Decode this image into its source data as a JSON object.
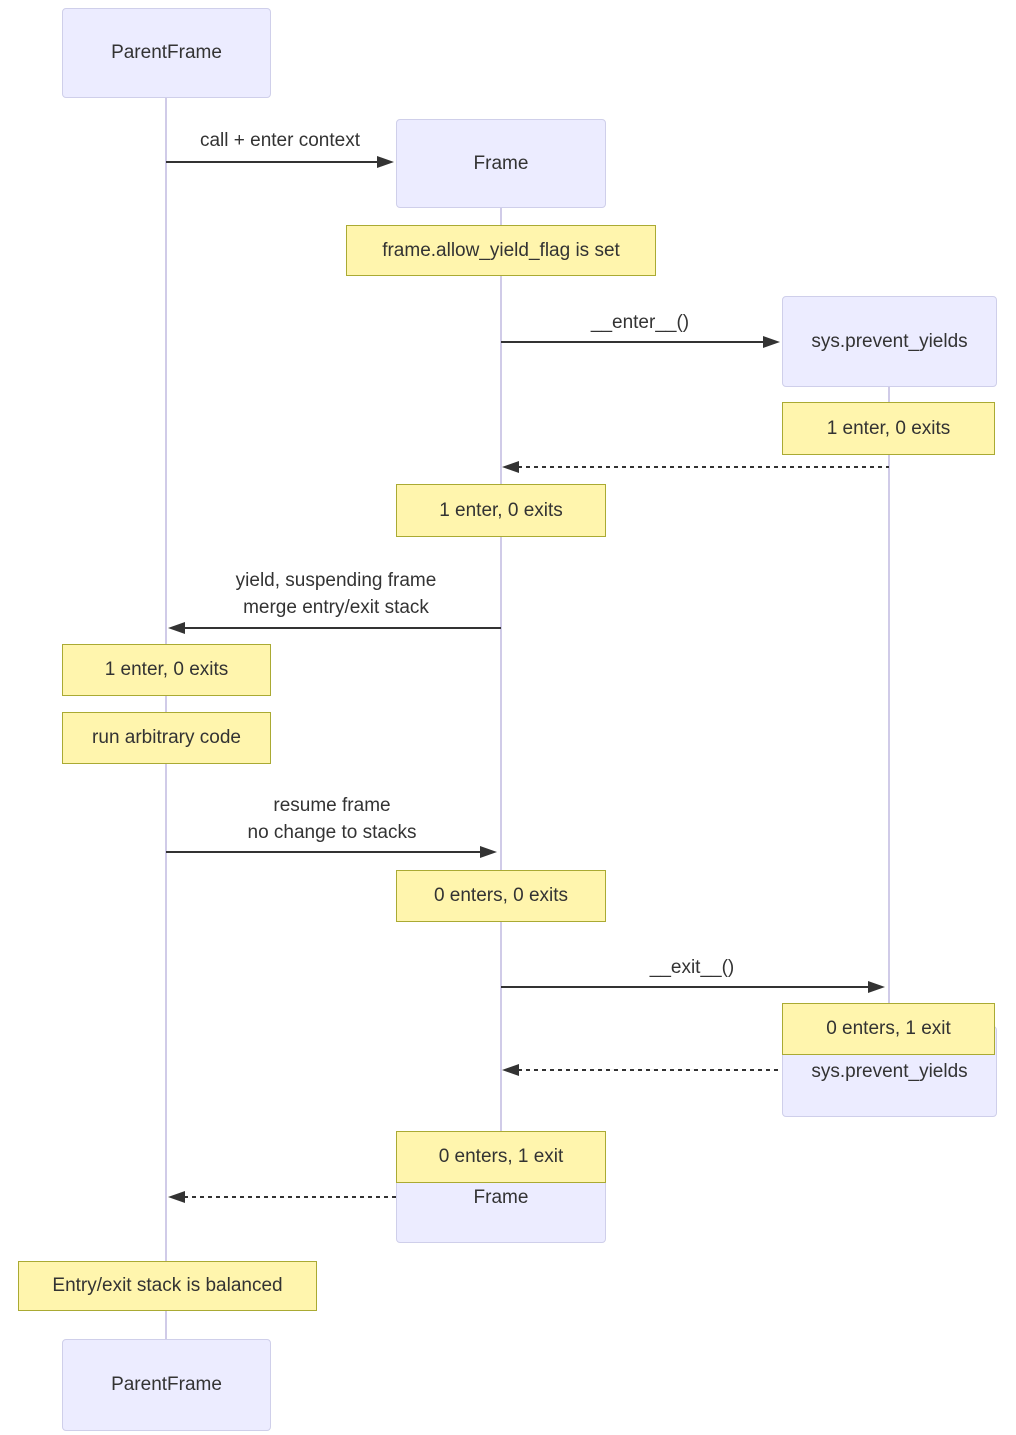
{
  "diagram_type": "sequence",
  "colors": {
    "actor_fill": "#ECECFF",
    "actor_border": "#cfcfea",
    "note_fill": "#fff5ad",
    "note_border": "#aaaa33",
    "arrow": "#333333",
    "lifeline": "#d0cbe8",
    "text": "#333333"
  },
  "actors": {
    "parent_top": "ParentFrame",
    "frame_top": "Frame",
    "sys_top": "sys.prevent_yields",
    "sys_bottom": "sys.prevent_yields",
    "frame_bottom": "Frame",
    "parent_bottom": "ParentFrame"
  },
  "messages": {
    "call_enter": "call + enter context",
    "enter": "__enter__()",
    "yield_line1": "yield, suspending frame",
    "yield_line2": "merge entry/exit stack",
    "resume_line1": "resume frame",
    "resume_line2": "no change to stacks",
    "exit": "__exit__()"
  },
  "notes": {
    "allow_yield": "frame.allow_yield_flag is set",
    "sys_enter_count": "1 enter, 0 exits",
    "frame_enter_count": "1 enter, 0 exits",
    "parent_enter_count": "1 enter, 0 exits",
    "run_code": "run arbitrary code",
    "frame_resume_count": "0 enters, 0 exits",
    "sys_exit_count": "0 enters, 1 exit",
    "frame_exit_count": "0 enters, 1 exit",
    "balanced": "Entry/exit stack is balanced"
  }
}
